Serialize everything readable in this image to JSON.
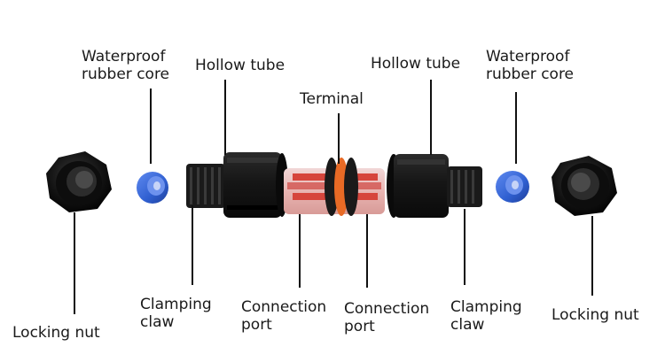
{
  "diagram": {
    "labels": {
      "waterproof_left": [
        "Waterproof",
        "rubber core"
      ],
      "hollow_left": [
        "Hollow tube"
      ],
      "terminal": [
        "Terminal"
      ],
      "hollow_right": [
        "Hollow tube"
      ],
      "waterproof_right": [
        "Waterproof",
        "rubber core"
      ],
      "locking_left": [
        "Locking nut"
      ],
      "clamping_left": [
        "Clamping",
        "claw"
      ],
      "connection_left": [
        "Connection",
        "port"
      ],
      "connection_right": [
        "Connection",
        "port"
      ],
      "clamping_right": [
        "Clamping",
        "claw"
      ],
      "locking_right": [
        "Locking nut"
      ]
    }
  },
  "colors": {
    "black_part": "#151515",
    "blue_core": "#2f5fd0",
    "red_terminal": "#d6453c",
    "orange_ring": "#e86a25",
    "leader_line": "#111111"
  }
}
